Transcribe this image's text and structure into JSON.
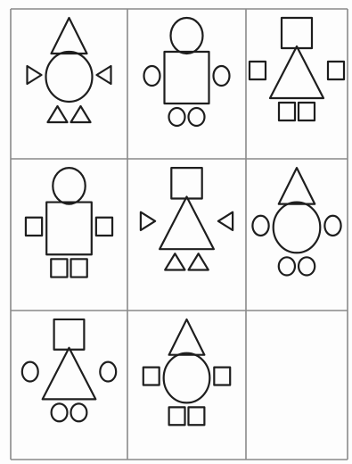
{
  "puzzle": {
    "grid": {
      "rows": 3,
      "cols": 3,
      "line_color": "#8a8a8a",
      "stroke_color": "#1e1e1e"
    },
    "figures": [
      {
        "row": 0,
        "col": 0,
        "head": "triangle",
        "body": "circle",
        "arms": "triangle",
        "feet": "triangle"
      },
      {
        "row": 0,
        "col": 1,
        "head": "circle",
        "body": "square",
        "arms": "circle",
        "feet": "circle"
      },
      {
        "row": 0,
        "col": 2,
        "head": "square",
        "body": "triangle",
        "arms": "square",
        "feet": "square"
      },
      {
        "row": 1,
        "col": 0,
        "head": "circle",
        "body": "square",
        "arms": "square",
        "feet": "square"
      },
      {
        "row": 1,
        "col": 1,
        "head": "square",
        "body": "triangle",
        "arms": "triangle",
        "feet": "triangle"
      },
      {
        "row": 1,
        "col": 2,
        "head": "triangle",
        "body": "circle",
        "arms": "circle",
        "feet": "circle"
      },
      {
        "row": 2,
        "col": 0,
        "head": "square",
        "body": "triangle",
        "arms": "circle",
        "feet": "circle"
      },
      {
        "row": 2,
        "col": 1,
        "head": "triangle",
        "body": "circle",
        "arms": "square",
        "feet": "square"
      },
      {
        "row": 2,
        "col": 2,
        "empty": true
      }
    ]
  }
}
